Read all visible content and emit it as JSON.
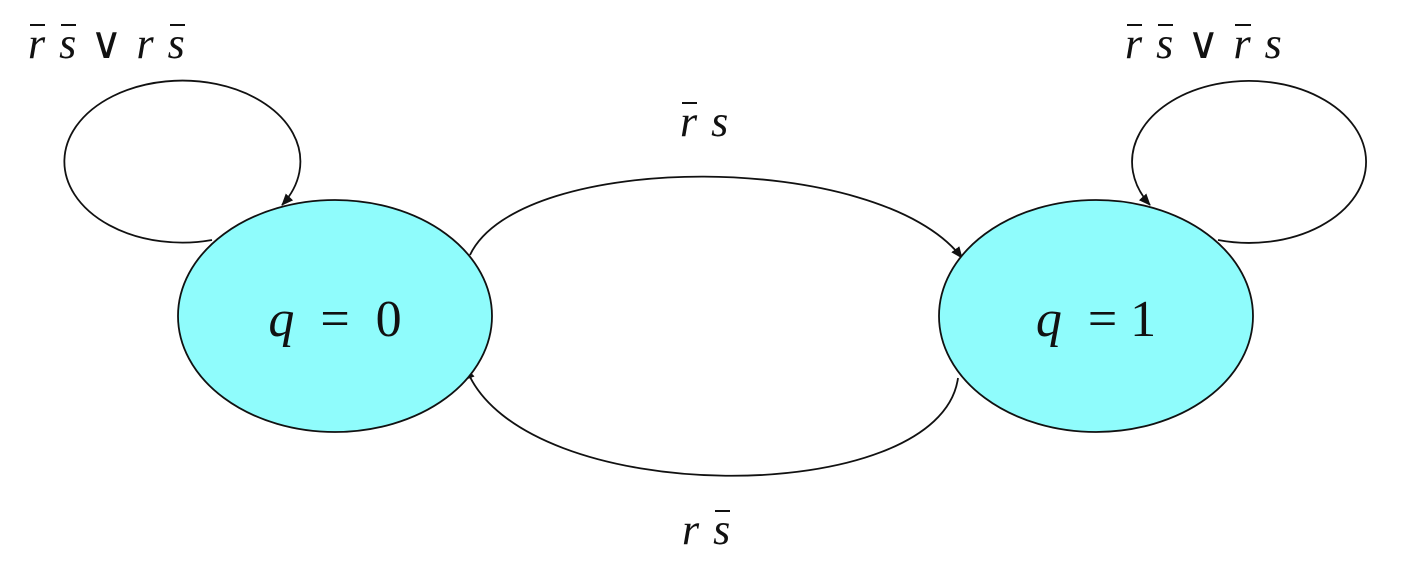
{
  "colors": {
    "state_fill": "#8ffcfc",
    "stroke": "#111111"
  },
  "states": [
    {
      "id": "q0",
      "var": "q",
      "eq": "=",
      "value": "0"
    },
    {
      "id": "q1",
      "var": "q",
      "eq": "=",
      "value": "1"
    }
  ],
  "transitions": [
    {
      "from": "q0",
      "to": "q0",
      "label": [
        {
          "t": "r",
          "bar": true
        },
        {
          "t": "s",
          "bar": true
        },
        {
          "t": "∨",
          "op": true
        },
        {
          "t": "r",
          "bar": false
        },
        {
          "t": "s",
          "bar": true
        }
      ]
    },
    {
      "from": "q1",
      "to": "q1",
      "label": [
        {
          "t": "r",
          "bar": true
        },
        {
          "t": "s",
          "bar": true
        },
        {
          "t": "∨",
          "op": true
        },
        {
          "t": "r",
          "bar": true
        },
        {
          "t": "s",
          "bar": false
        }
      ]
    },
    {
      "from": "q0",
      "to": "q1",
      "label": [
        {
          "t": "r",
          "bar": true
        },
        {
          "t": "s",
          "bar": false
        }
      ]
    },
    {
      "from": "q1",
      "to": "q0",
      "label": [
        {
          "t": "r",
          "bar": false
        },
        {
          "t": "s",
          "bar": true
        }
      ]
    }
  ]
}
